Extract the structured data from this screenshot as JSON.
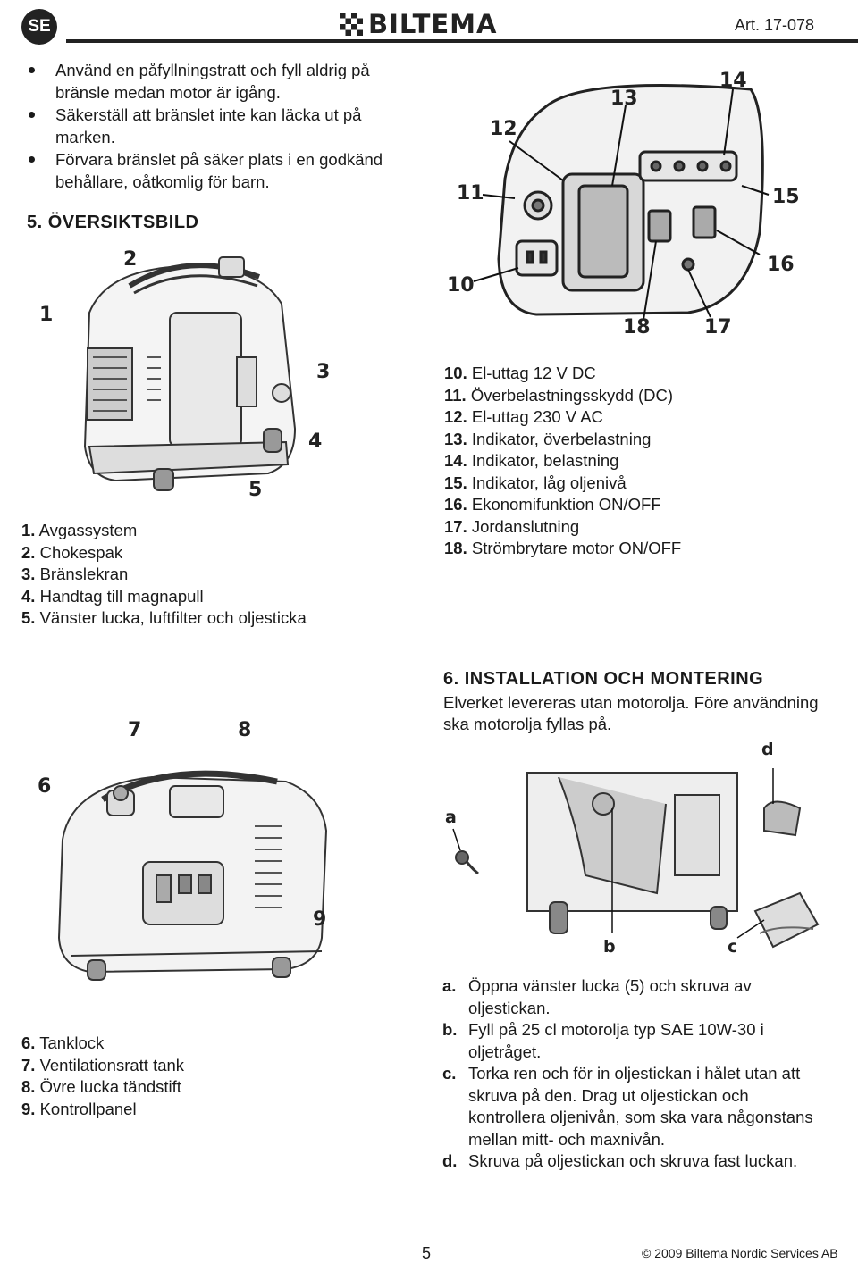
{
  "header": {
    "language": "SE",
    "brand": "BILTEMA",
    "article": "Art. 17-078"
  },
  "bullets": [
    "Använd en påfyllningstratt och fyll aldrig på bränsle medan motor är igång.",
    "Säkerställ att bränslet inte kan läcka ut på marken.",
    "Förvara bränslet på säker plats i en godkänd behållare, oåtkomlig för barn."
  ],
  "overview": {
    "title": "5. ÖVERSIKTSBILD",
    "callouts_main": [
      "1",
      "2",
      "3",
      "4",
      "5"
    ],
    "callouts_panel": [
      "10",
      "11",
      "12",
      "13",
      "14",
      "15",
      "16",
      "17",
      "18"
    ],
    "parts_main": [
      {
        "num": "1.",
        "label": "Avgassystem"
      },
      {
        "num": "2.",
        "label": "Chokespak"
      },
      {
        "num": "3.",
        "label": "Bränslekran"
      },
      {
        "num": "4.",
        "label": "Handtag till magnapull"
      },
      {
        "num": "5.",
        "label": "Vänster lucka, luftfilter och oljesticka"
      }
    ],
    "parts_panel": [
      {
        "num": "10.",
        "label": "El-uttag 12 V DC"
      },
      {
        "num": "11.",
        "label": "Överbelastningsskydd (DC)"
      },
      {
        "num": "12.",
        "label": "El-uttag 230 V AC"
      },
      {
        "num": "13.",
        "label": "Indikator, överbelastning"
      },
      {
        "num": "14.",
        "label": "Indikator, belastning"
      },
      {
        "num": "15.",
        "label": "Indikator, låg oljenivå"
      },
      {
        "num": "16.",
        "label": "Ekonomifunktion ON/OFF"
      },
      {
        "num": "17.",
        "label": "Jordanslutning"
      },
      {
        "num": "18.",
        "label": "Strömbrytare motor ON/OFF"
      }
    ]
  },
  "second_view": {
    "callouts": [
      "6",
      "7",
      "8",
      "9"
    ],
    "parts": [
      {
        "num": "6.",
        "label": "Tanklock"
      },
      {
        "num": "7.",
        "label": "Ventilationsratt tank"
      },
      {
        "num": "8.",
        "label": "Övre lucka tändstift"
      },
      {
        "num": "9.",
        "label": "Kontrollpanel"
      }
    ]
  },
  "installation": {
    "title": "6. INSTALLATION OCH MONTERING",
    "intro": "Elverket levereras utan motorolja. Före användning ska motorolja fyllas på.",
    "figure_letters": [
      "a",
      "b",
      "c",
      "d"
    ],
    "steps": [
      {
        "letter": "a.",
        "text": "Öppna vänster lucka (5) och skruva av oljestickan."
      },
      {
        "letter": "b.",
        "text": "Fyll på 25 cl motorolja typ SAE 10W-30 i oljetråget."
      },
      {
        "letter": "c.",
        "text": "Torka ren och för in oljestickan i hålet utan att skruva på den. Drag ut oljestickan och kontrollera oljenivån, som ska vara någonstans mellan mitt- och maxnivån."
      },
      {
        "letter": "d.",
        "text": "Skruva på oljestickan och skruva fast luckan."
      }
    ]
  },
  "footer": {
    "page": "5",
    "copyright": "© 2009 Biltema Nordic Services AB"
  }
}
